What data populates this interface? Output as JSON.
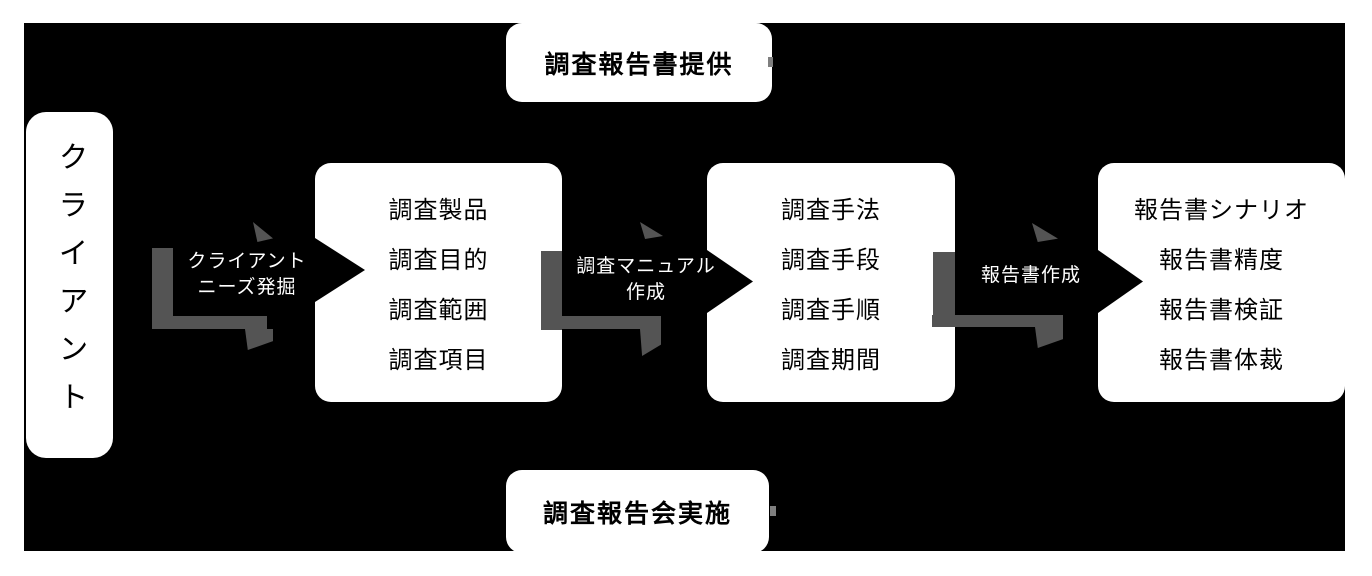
{
  "banners": {
    "top": "調査報告書提供",
    "bottom": "調査報告会実施"
  },
  "client": {
    "label": "クライアント"
  },
  "process_boxes": [
    {
      "items": [
        "調査製品",
        "調査目的",
        "調査範囲",
        "調査項目"
      ]
    },
    {
      "items": [
        "調査手法",
        "調査手段",
        "調査手順",
        "調査期間"
      ]
    },
    {
      "items": [
        "報告書シナリオ",
        "報告書精度",
        "報告書検証",
        "報告書体裁"
      ]
    }
  ],
  "connectors": [
    {
      "label_lines": [
        "クライアント",
        "ニーズ発掘"
      ]
    },
    {
      "label_lines": [
        "調査マニュアル",
        "作成"
      ]
    },
    {
      "label_lines": [
        "報告書作成"
      ]
    }
  ],
  "colors": {
    "page_background": "#ffffff",
    "panel": "#000000",
    "box": "#ffffff",
    "box_text": "#000000",
    "ribbon_gray": "#545454",
    "tick_gray": "#7f7f7f",
    "connector_label": "#ffffff"
  }
}
